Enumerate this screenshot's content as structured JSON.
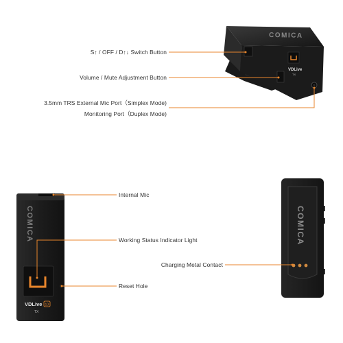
{
  "accent_color": "#e8862c",
  "device_brand": "COMICA",
  "device_model": "VDLive",
  "device_model_badge": "10",
  "device_unit": "TX",
  "callouts": {
    "switch_button": "S↑ / OFF / D↑↓ Switch Button",
    "volume_button": "Volume / Mute Adjustment Button",
    "ext_mic_port": "3.5mm TRS External Mic Port（Simplex Mode)",
    "monitoring_port": "Monitoring Port（Duplex Mode)",
    "internal_mic": "Internal Mic",
    "status_light": "Working Status Indicator Light",
    "reset_hole": "Reset Hole",
    "charging_contact": "Charging Metal Contact"
  }
}
